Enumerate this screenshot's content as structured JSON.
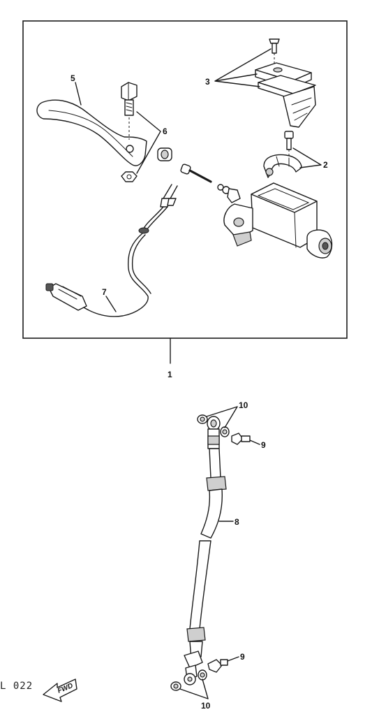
{
  "callouts": {
    "c1": "1",
    "c2": "2",
    "c3": "3",
    "c5": "5",
    "c6": "6",
    "c7": "7",
    "c8": "8",
    "c9a": "9",
    "c9b": "9",
    "c10a": "10",
    "c10b": "10"
  },
  "page_ref": "L 022",
  "fwd_label": "FWD"
}
